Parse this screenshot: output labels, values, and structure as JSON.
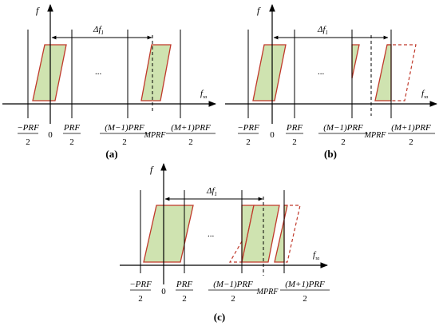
{
  "panels": [
    {
      "id": "a",
      "caption": "(a)",
      "axes": {
        "y_label": "f",
        "x_label": "f",
        "x_label_sub": "τa"
      },
      "delta_label": "Δf",
      "delta_sub": "1",
      "ellipsis": "...",
      "ticks": {
        "neg_prf_num": "−PRF",
        "neg_prf_den": "2",
        "zero": "0",
        "prf_num": "PRF",
        "prf_den": "2",
        "m_minus_num": "(M−1)PRF",
        "m_minus_den": "2",
        "mprf": "MPRF",
        "m_plus_num": "(M+1)PRF",
        "m_plus_den": "2"
      }
    },
    {
      "id": "b",
      "caption": "(b)",
      "axes": {
        "y_label": "f",
        "x_label": "f",
        "x_label_sub": "τa"
      },
      "delta_label": "Δf",
      "delta_sub": "1",
      "ellipsis": "...",
      "ticks": {
        "neg_prf_num": "−PRF",
        "neg_prf_den": "2",
        "zero": "0",
        "prf_num": "PRF",
        "prf_den": "2",
        "m_minus_num": "(M−1)PRF",
        "m_minus_den": "2",
        "mprf": "MPRF",
        "m_plus_num": "(M+1)PRF",
        "m_plus_den": "2"
      }
    },
    {
      "id": "c",
      "caption": "(c)",
      "axes": {
        "y_label": "f",
        "x_label": "f",
        "x_label_sub": "τa"
      },
      "delta_label": "Δf",
      "delta_sub": "1",
      "ellipsis": "...",
      "ticks": {
        "neg_prf_num": "−PRF",
        "neg_prf_den": "2",
        "zero": "0",
        "prf_num": "PRF",
        "prf_den": "2",
        "m_minus_num": "(M−1)PRF",
        "m_minus_den": "2",
        "mprf": "MPRF",
        "m_plus_num": "(M+1)PRF",
        "m_plus_den": "2"
      }
    }
  ],
  "colors": {
    "fill": "#cfe3b0",
    "outline": "#c0392b",
    "axis": "#000000"
  }
}
